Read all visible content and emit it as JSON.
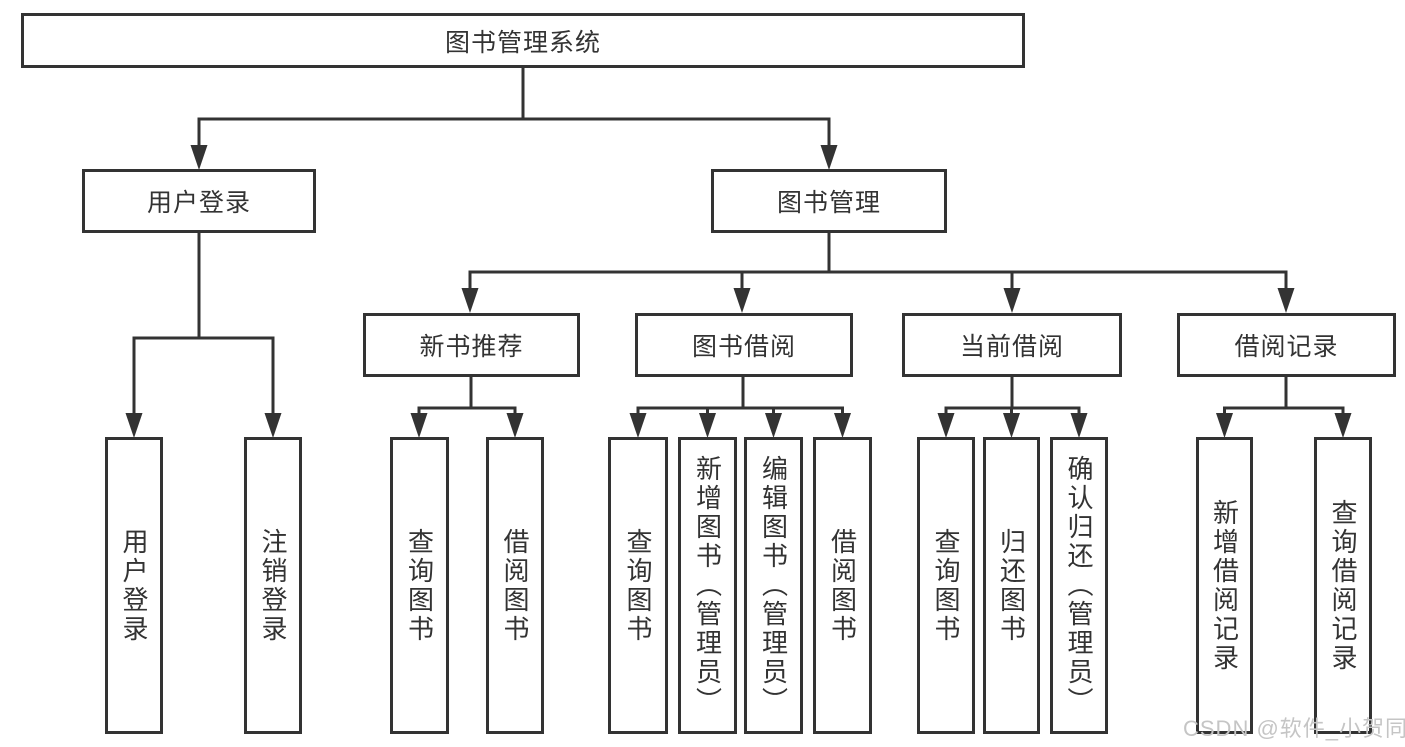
{
  "watermark": {
    "text": "CSDN @软件_小贺同学"
  },
  "colors": {
    "line": "#333333",
    "box_border": "#333333",
    "text": "#333333",
    "background": "#ffffff",
    "watermark": "#c5c5c5"
  },
  "tree": {
    "label": "图书管理系统",
    "children": [
      {
        "label": "用户登录",
        "children": [
          {
            "label": "用户登录"
          },
          {
            "label": "注销登录"
          }
        ]
      },
      {
        "label": "图书管理",
        "children": [
          {
            "label": "新书推荐",
            "children": [
              {
                "label": "查询图书"
              },
              {
                "label": "借阅图书"
              }
            ]
          },
          {
            "label": "图书借阅",
            "children": [
              {
                "label": "查询图书"
              },
              {
                "label": "新增图书（管理员）"
              },
              {
                "label": "编辑图书（管理员）"
              },
              {
                "label": "借阅图书"
              }
            ]
          },
          {
            "label": "当前借阅",
            "children": [
              {
                "label": "查询图书"
              },
              {
                "label": "归还图书"
              },
              {
                "label": "确认归还（管理员）"
              }
            ]
          },
          {
            "label": "借阅记录",
            "children": [
              {
                "label": "新增借阅记录"
              },
              {
                "label": "查询借阅记录"
              }
            ]
          }
        ]
      }
    ]
  }
}
